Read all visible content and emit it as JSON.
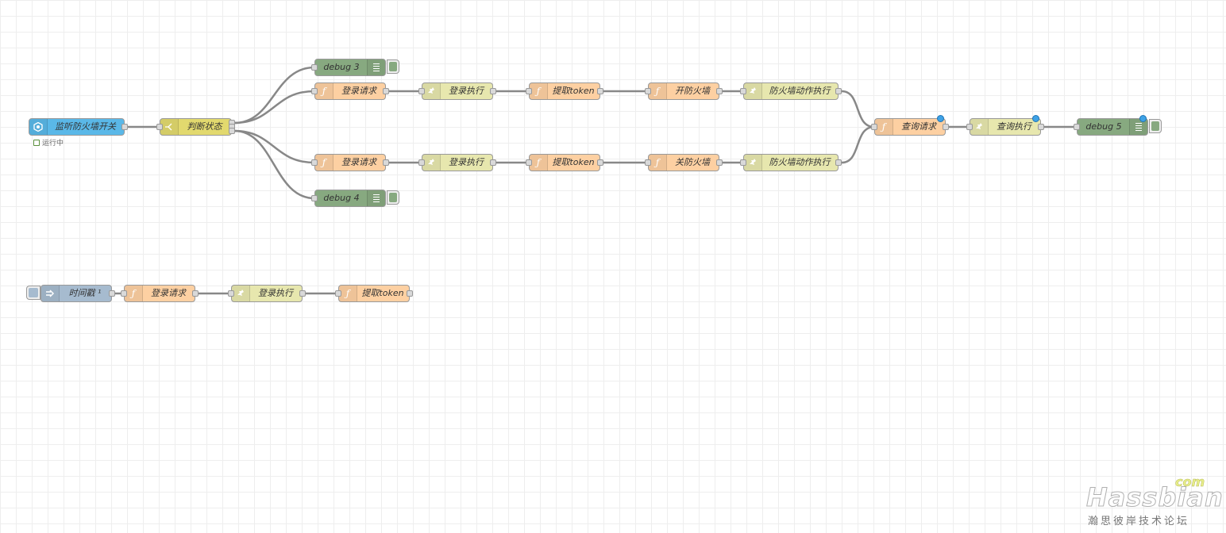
{
  "colors": {
    "function": "#fdd0a2",
    "http_request": "#e7e7ae",
    "debug": "#87a980",
    "switch": "#e2d96e",
    "event_state": "#5ab8e8",
    "inject": "#a6bbcf",
    "wire": "#888888"
  },
  "nodes": {
    "events_state": {
      "label": "监听防火墙开关",
      "icon": "home-assistant-icon",
      "status": "运行中"
    },
    "switch": {
      "label": "判断状态",
      "icon": "switch-icon"
    },
    "debug3": {
      "label": "debug 3",
      "icon": "list-icon"
    },
    "debug4": {
      "label": "debug 4",
      "icon": "list-icon"
    },
    "login_req_1": {
      "label": "登录请求",
      "icon": "function-icon"
    },
    "login_exec_1": {
      "label": "登录执行",
      "icon": "http-request-icon"
    },
    "token_1": {
      "label": "提取token",
      "icon": "function-icon"
    },
    "open_fw": {
      "label": "开防火墙",
      "icon": "function-icon"
    },
    "fw_action_1": {
      "label": "防火墙动作执行",
      "icon": "http-request-icon"
    },
    "login_req_2": {
      "label": "登录请求",
      "icon": "function-icon"
    },
    "login_exec_2": {
      "label": "登录执行",
      "icon": "http-request-icon"
    },
    "token_2": {
      "label": "提取token",
      "icon": "function-icon"
    },
    "close_fw": {
      "label": "关防火墙",
      "icon": "function-icon"
    },
    "fw_action_2": {
      "label": "防火墙动作执行",
      "icon": "http-request-icon"
    },
    "query_req": {
      "label": "查询请求",
      "icon": "function-icon"
    },
    "query_exec": {
      "label": "查询执行",
      "icon": "http-request-icon"
    },
    "debug5": {
      "label": "debug 5",
      "icon": "list-icon"
    },
    "inject": {
      "label": "时间戳 ¹",
      "icon": "inject-arrow-icon"
    },
    "login_req_3": {
      "label": "登录请求",
      "icon": "function-icon"
    },
    "login_exec_3": {
      "label": "登录执行",
      "icon": "http-request-icon"
    },
    "token_3": {
      "label": "提取token",
      "icon": "function-icon"
    }
  },
  "watermark": {
    "brand": "Hassbian",
    "tld": "com",
    "subtitle": "瀚思彼岸技术论坛"
  }
}
